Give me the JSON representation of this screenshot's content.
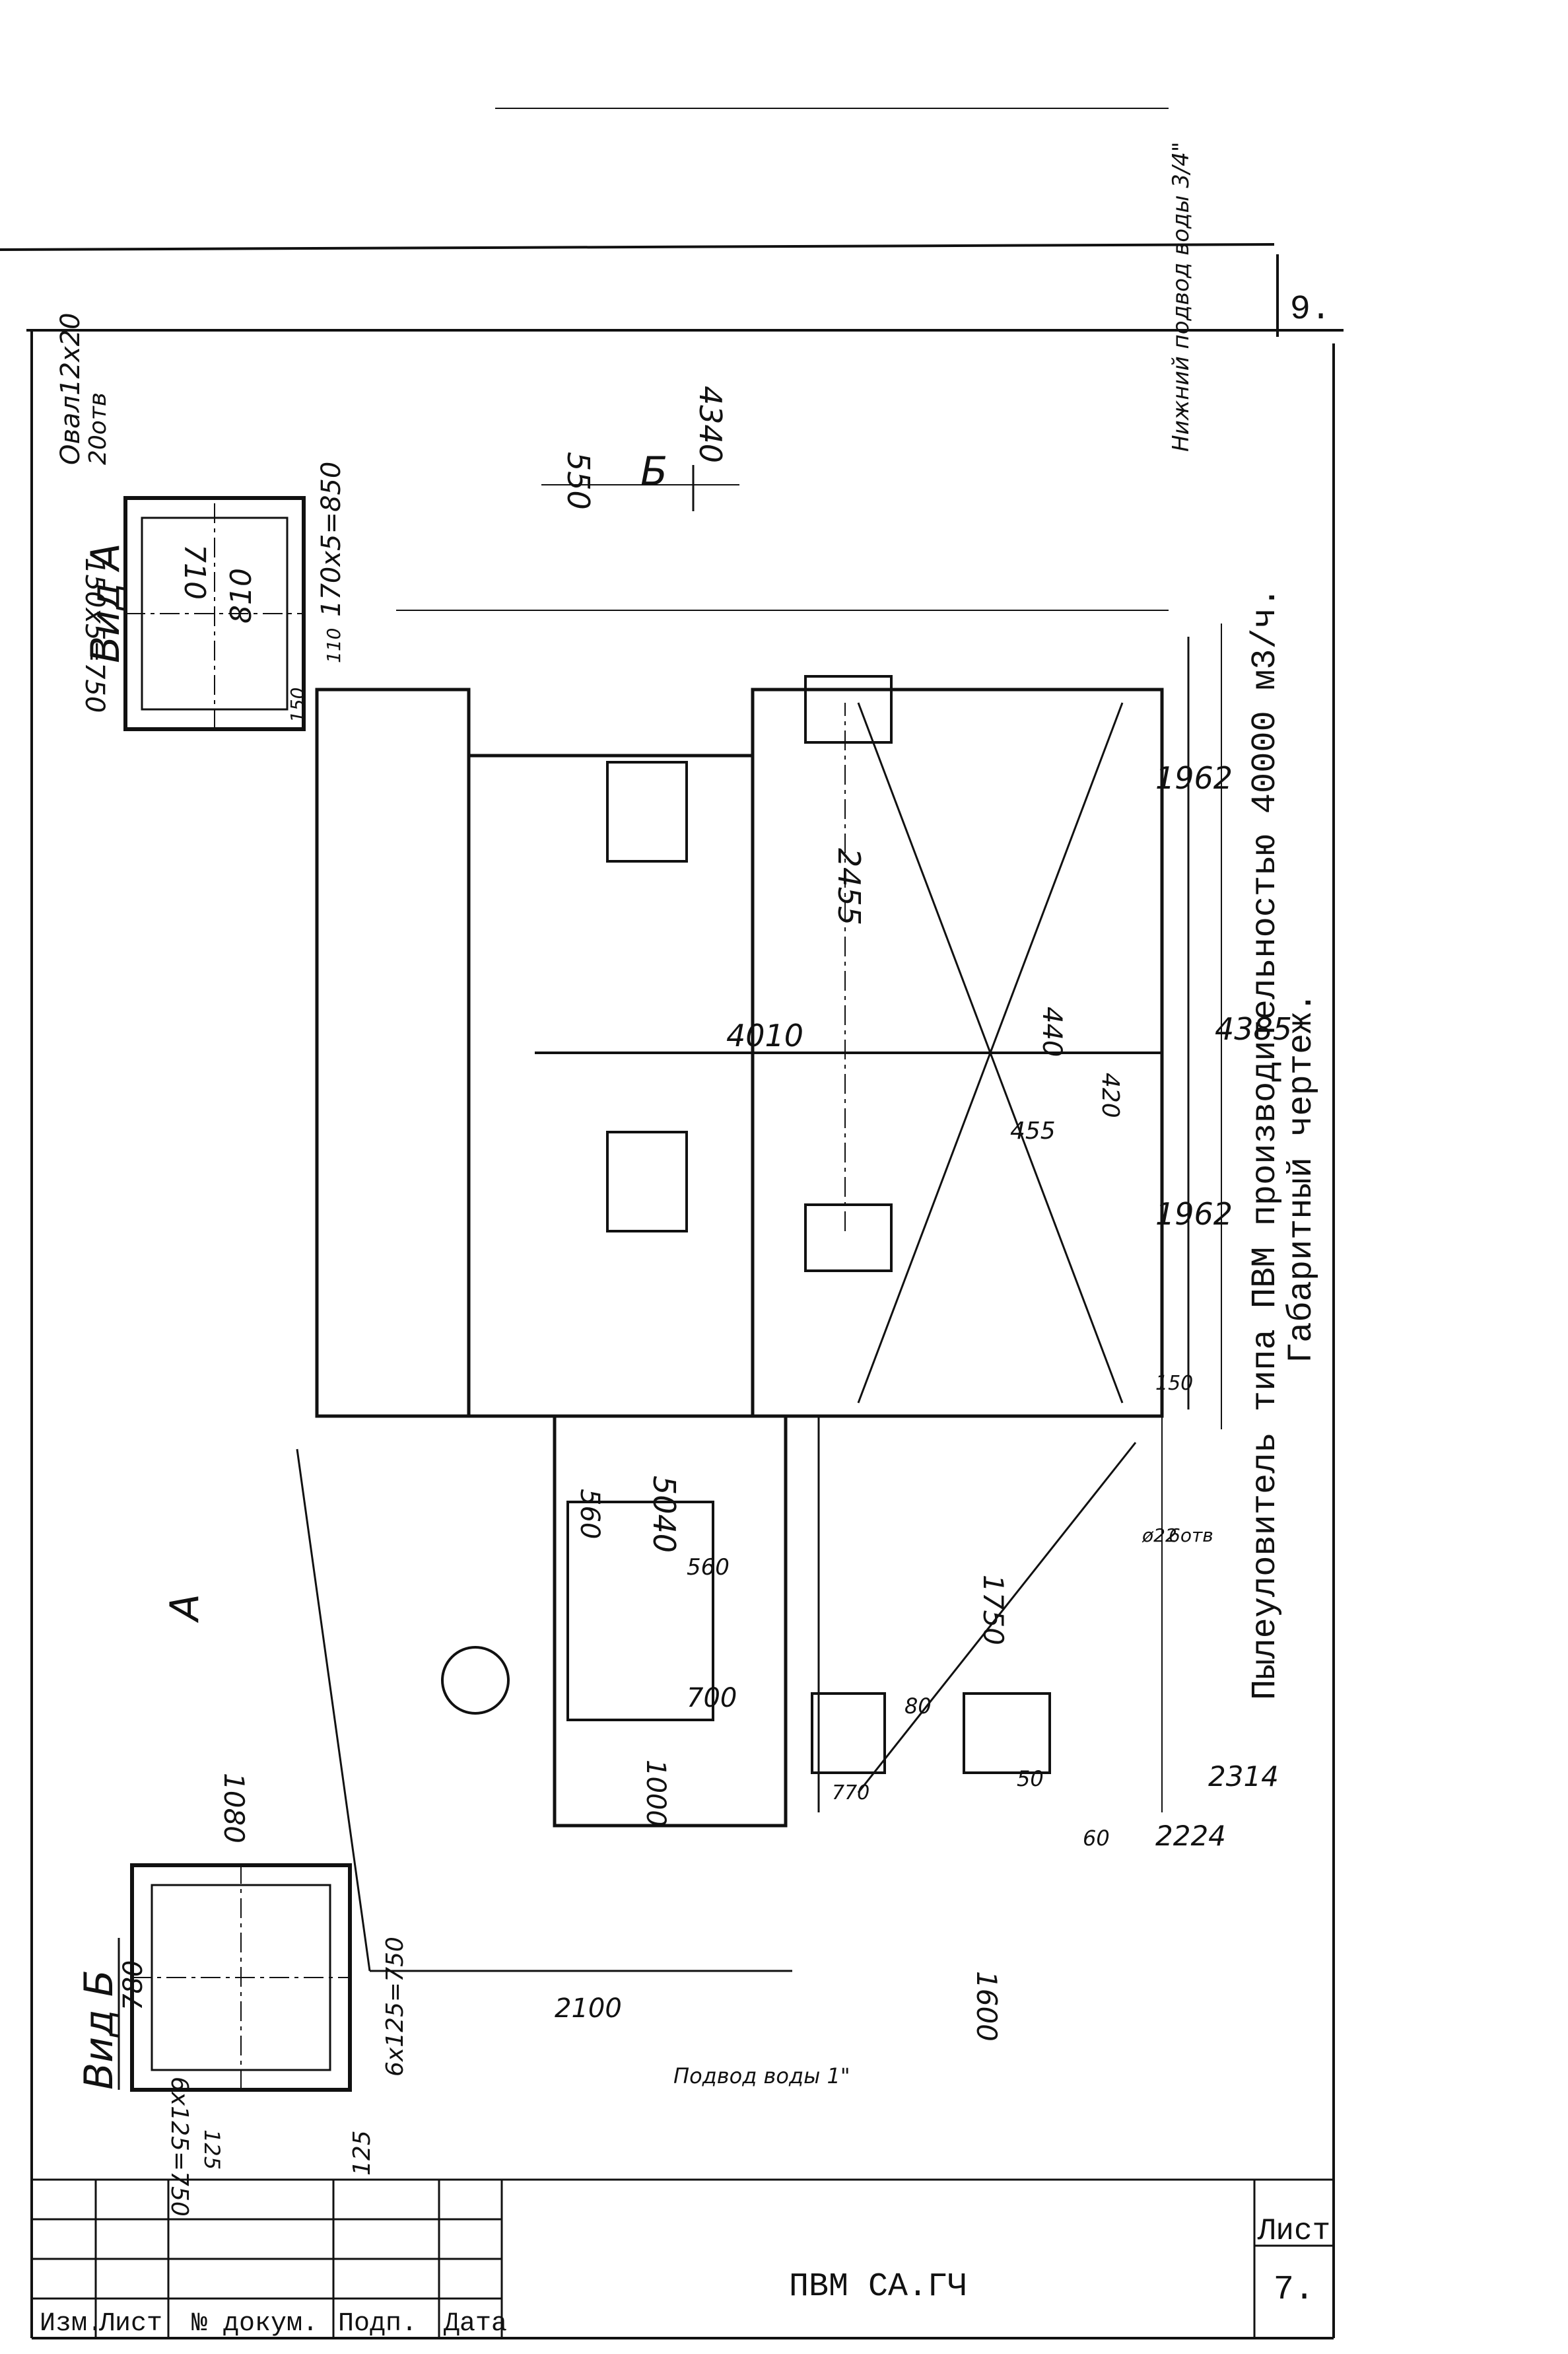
{
  "sheet": {
    "page_number": "9.",
    "title_line1": "Пылеуловитель типа ПВМ производительностью 40000 м3/ч.",
    "title_line2": "Габаритный чертеж.",
    "view_a_label": "Вид А",
    "view_b_label": "Вид Б",
    "arrow_a": "А",
    "arrow_b": "Б"
  },
  "dimensions": {
    "d4340": "4340",
    "d2455": "2455",
    "d550": "550",
    "d5040": "5040",
    "d4010": "4010",
    "d4385": "4385",
    "d1962a": "1962",
    "d1962b": "1962",
    "d440": "440",
    "d420": "420",
    "d455": "455",
    "d150": "150",
    "d560a": "560",
    "d560b": "560",
    "d1750": "1750",
    "d700": "700",
    "d1000": "1000",
    "d2100": "2100",
    "d1600": "1600",
    "d2224": "2224",
    "d2314": "2314",
    "d50": "50",
    "d60": "60",
    "d80": "80",
    "d770": "770",
    "vA_710": "710",
    "vA_810": "810",
    "vA_oval": "Овал12х20",
    "vA_oval2": "20отв",
    "vA_170": "170х5=850",
    "vA_150": "150х5=750",
    "vA_110": "110",
    "vA_150s": "150",
    "vB_1080": "1080",
    "vB_780": "780",
    "vB_6x125": "6х125=750",
    "vB_125": "125",
    "vB_125b": "125",
    "vB_6x125b": "6х125=750",
    "d22": "ø22",
    "d22b": "6отв"
  },
  "notes": {
    "lower_water": "Нижний подвод воды 3/4\"",
    "water_inlet": "Подвод воды 1\""
  },
  "title_block": {
    "code": "ПВМ СА.ГЧ",
    "sheet_label": "Лист",
    "sheet_number": "7.",
    "col_izm": "Изм.",
    "col_list": "Лист",
    "col_doc": "№ докум.",
    "col_sign": "Подп.",
    "col_date": "Дата"
  }
}
